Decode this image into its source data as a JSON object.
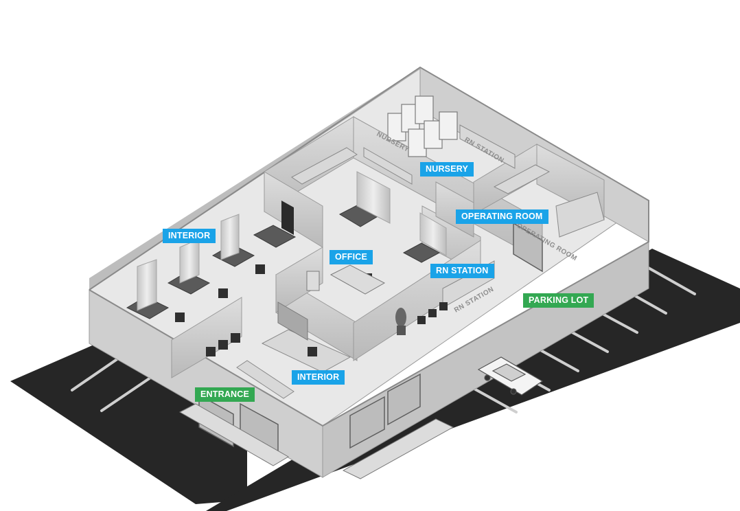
{
  "labels": {
    "nursery": "NURSERY",
    "operating_room": "OPERATING ROOM",
    "interior_left": "INTERIOR",
    "office": "OFFICE",
    "rn_station": "RN STATION",
    "parking_lot": "PARKING LOT",
    "entrance": "ENTRANCE",
    "interior_bottom": "INTERIOR"
  },
  "wall_signs": {
    "nursery": "NURSERY",
    "rn_station_back": "RN STATION",
    "operating_room": "OPERATING ROOM",
    "rn_station_front": "RN STATION"
  },
  "colors": {
    "room_label": "#1aa3e8",
    "exterior_label": "#33a852",
    "asphalt": "#262626",
    "floor": "#e6e6e6",
    "wall": "#d2d2d2"
  }
}
